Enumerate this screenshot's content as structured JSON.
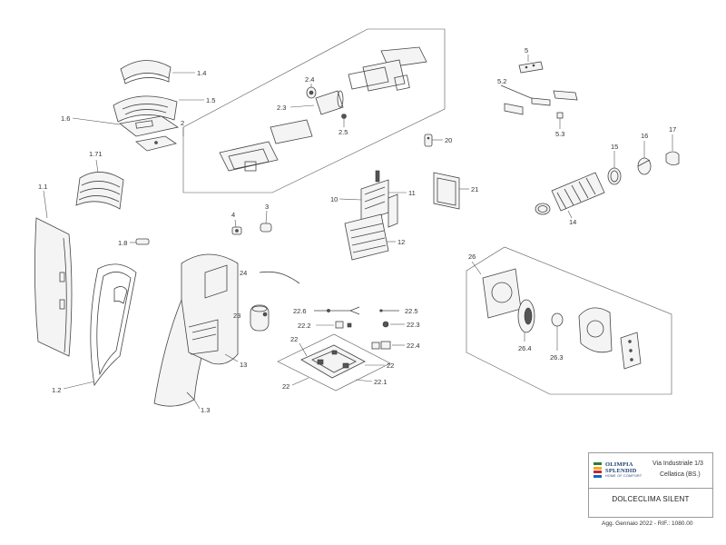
{
  "diagram": {
    "part_labels": {
      "p1_4": "1.4",
      "p1_5": "1.5",
      "p1_6": "1.6",
      "p2": "2",
      "p1_71": "1.71",
      "p1_1": "1.1",
      "p1_8": "1.8",
      "p1_2": "1.2",
      "p1_3": "1.3",
      "p4": "4",
      "p3": "3",
      "p24": "24",
      "p23": "23",
      "p13": "13",
      "p2_4": "2.4",
      "p2_3": "2.3",
      "p2_5": "2.5",
      "p10": "10",
      "p11": "11",
      "p12": "12",
      "p21": "21",
      "p20": "20",
      "p5": "5",
      "p5_2": "5.2",
      "p5_3": "5.3",
      "p14": "14",
      "p15": "15",
      "p16": "16",
      "p17": "17",
      "p26": "26",
      "p26_4": "26.4",
      "p26_3": "26.3",
      "p22_6": "22.6",
      "p22_5": "22.5",
      "p22_2": "22.2",
      "p22_3": "22.3",
      "p22_4": "22.4",
      "p22a": "22",
      "p22b": "22",
      "p22c": "22",
      "p22_1": "22.1"
    }
  },
  "title_block": {
    "brand_line1": "OLIMPIA",
    "brand_line2": "SPLENDID",
    "brand_tagline": "HOME OF COMFORT",
    "logo_colors": [
      "#2e7d32",
      "#f9a825",
      "#c62828",
      "#1565c0"
    ],
    "address_line1": "Via Industriale 1/3",
    "address_line2": "Cellatica (BS.)",
    "product_name": "DOLCECLIMA SILENT",
    "revision_note": "Agg. Gennaio 2022 - RIF.: 1080.00"
  }
}
